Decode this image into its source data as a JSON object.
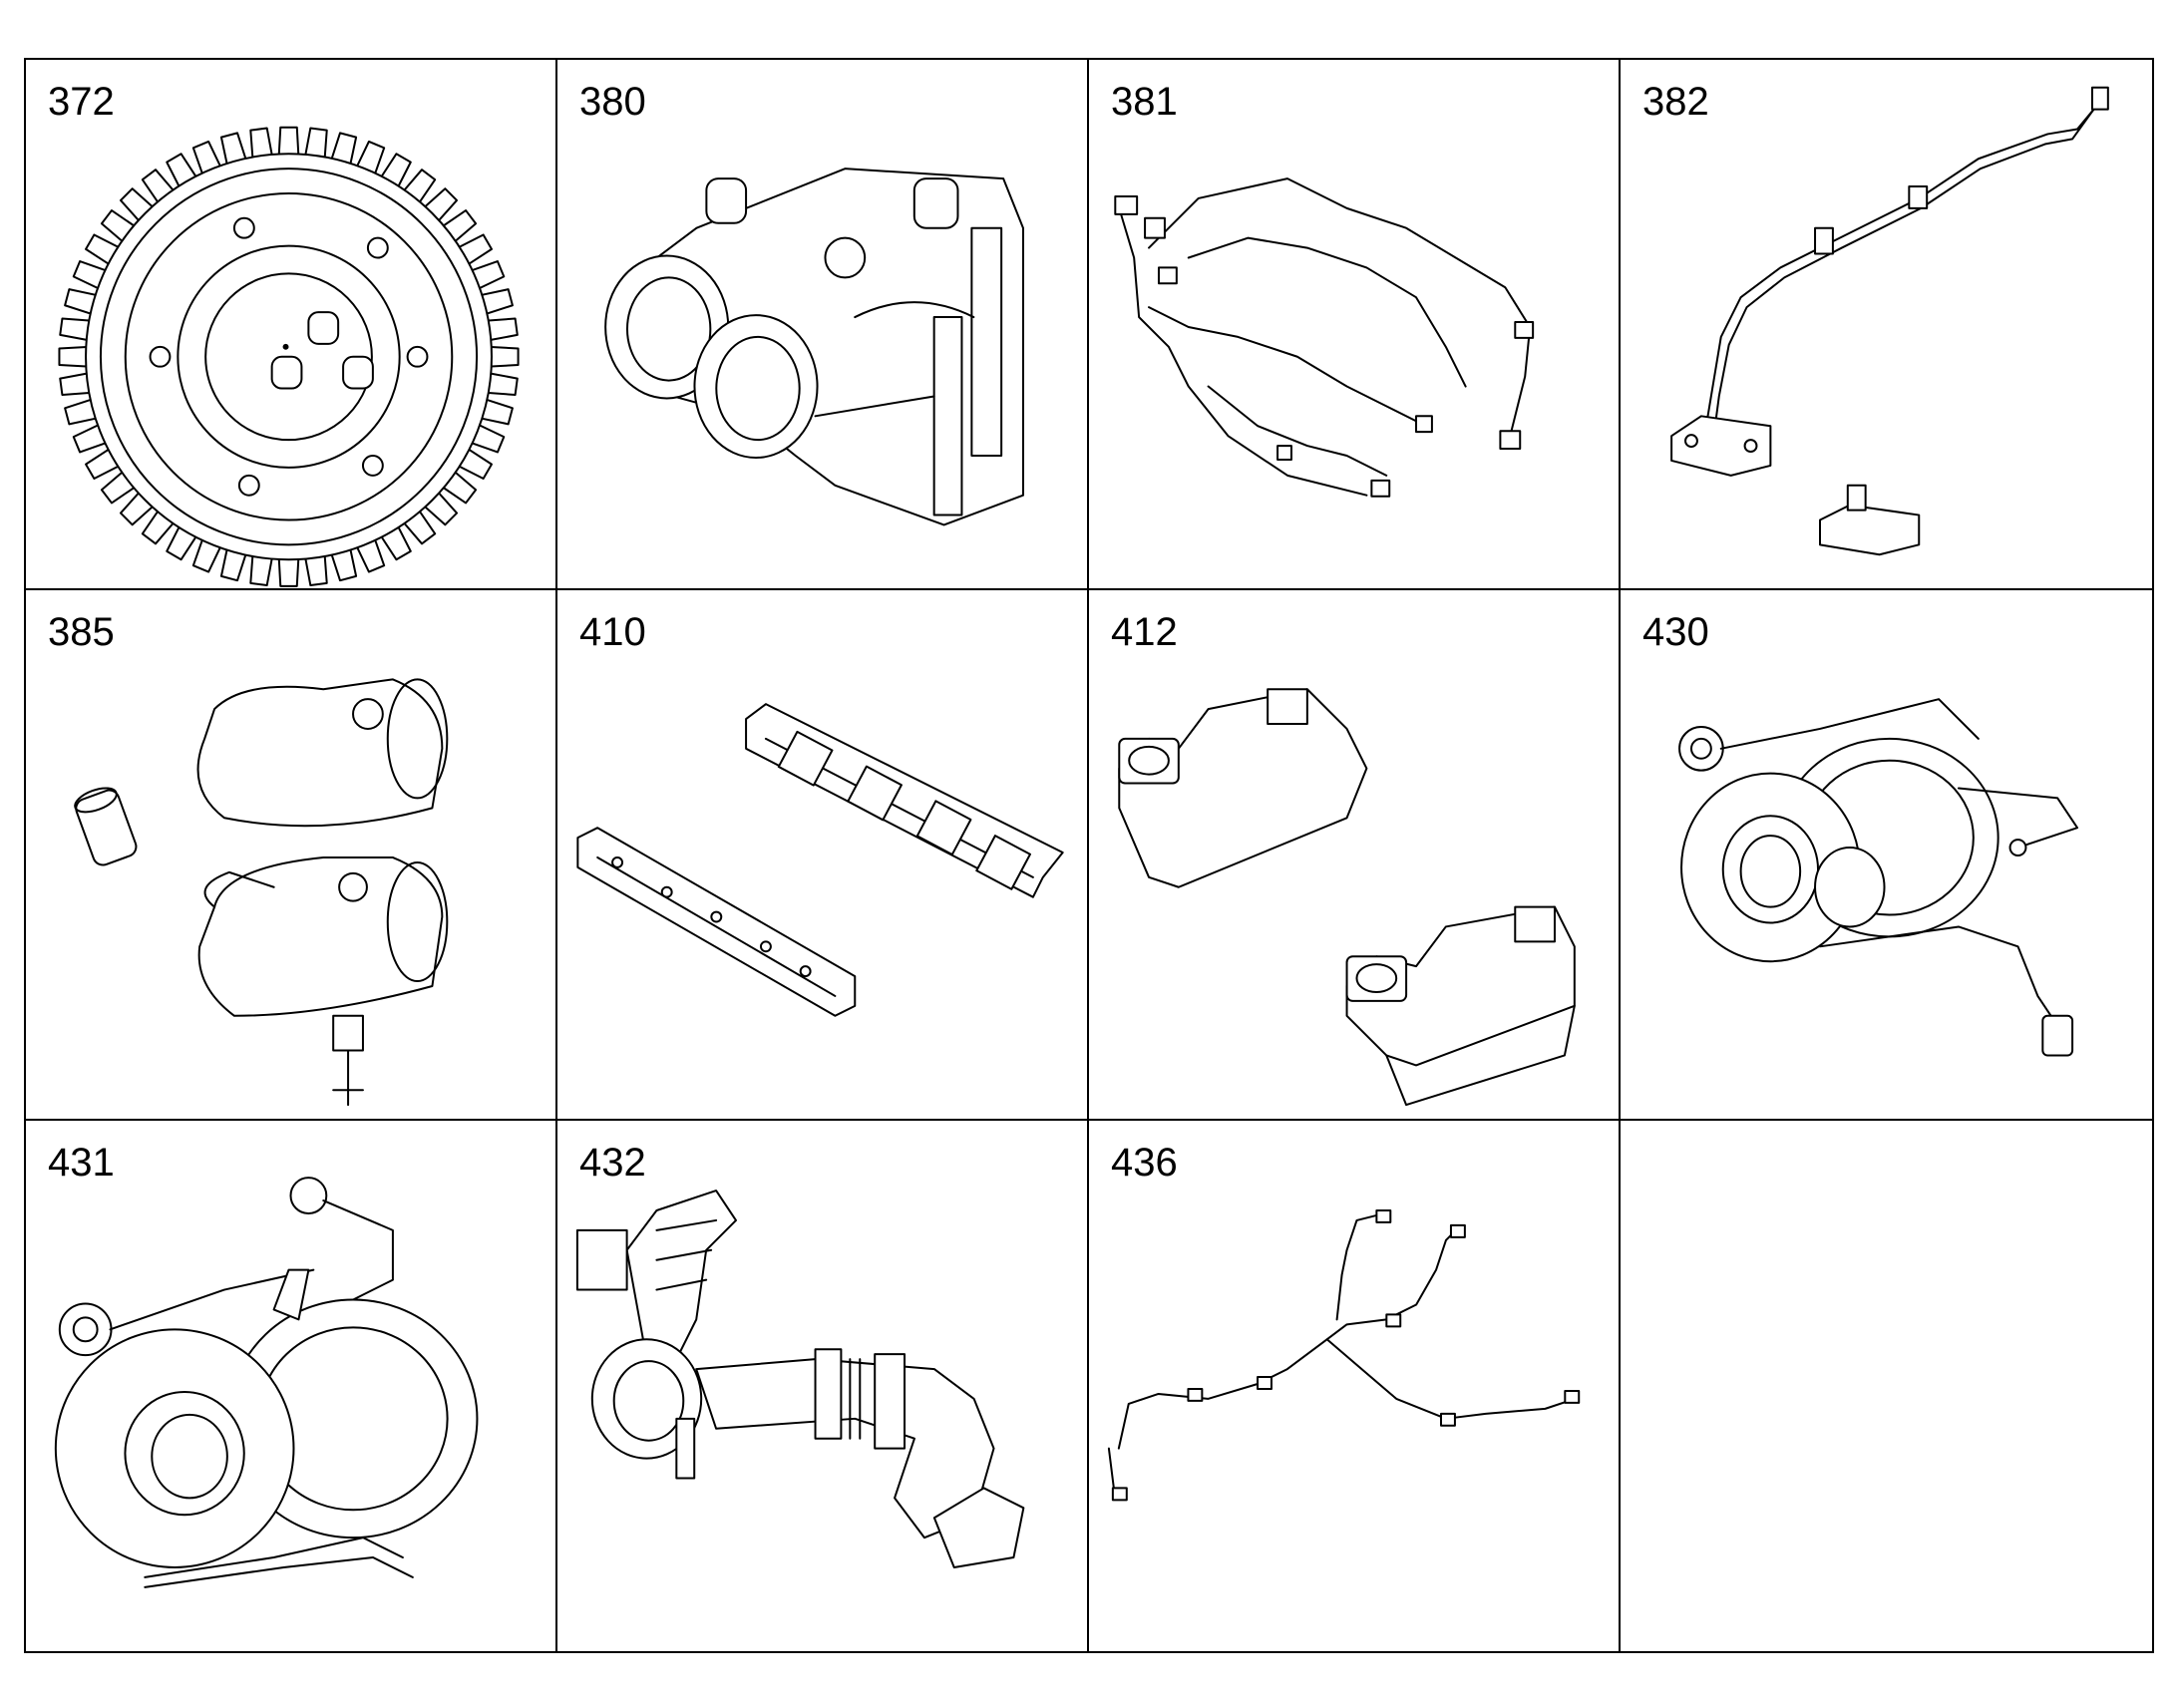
{
  "panels": [
    {
      "number": "372",
      "icon": "gear-icon"
    },
    {
      "number": "380",
      "icon": "housing-icon"
    },
    {
      "number": "381",
      "icon": "wiring-harness-icon"
    },
    {
      "number": "382",
      "icon": "sensor-tube-icon"
    },
    {
      "number": "385",
      "icon": "elbow-hose-icon"
    },
    {
      "number": "410",
      "icon": "bracket-icon"
    },
    {
      "number": "412",
      "icon": "manifold-icon"
    },
    {
      "number": "430",
      "icon": "turbocharger-icon"
    },
    {
      "number": "431",
      "icon": "turbocharger-icon"
    },
    {
      "number": "432",
      "icon": "intake-duct-icon"
    },
    {
      "number": "436",
      "icon": "wiring-harness-icon"
    },
    {
      "number": ""
    }
  ]
}
